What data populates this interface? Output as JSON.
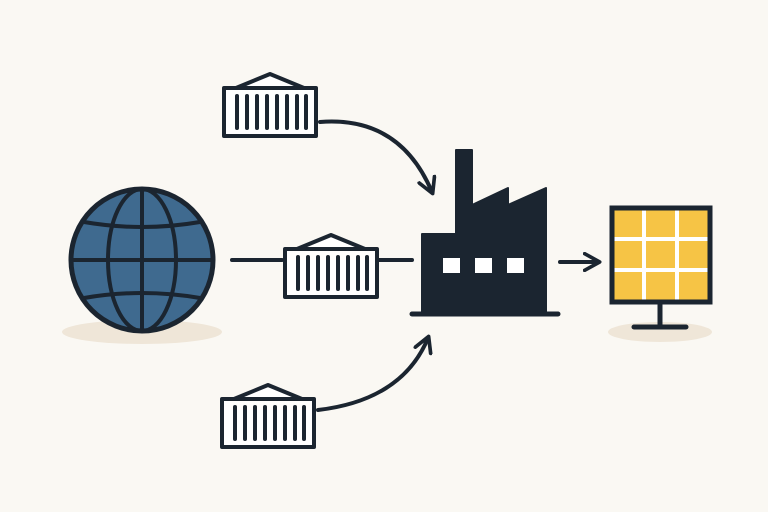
{
  "diagram": {
    "nodes": [
      {
        "id": "globe",
        "icon": "globe-icon"
      },
      {
        "id": "container-top",
        "icon": "shipping-container-icon"
      },
      {
        "id": "container-middle",
        "icon": "shipping-container-icon"
      },
      {
        "id": "container-bottom",
        "icon": "shipping-container-icon"
      },
      {
        "id": "factory",
        "icon": "factory-icon"
      },
      {
        "id": "solar-panel",
        "icon": "solar-panel-icon"
      }
    ],
    "edges": [
      {
        "from": "container-top",
        "to": "factory",
        "style": "curved-arrow"
      },
      {
        "from": "globe",
        "to": "factory",
        "via": "container-middle",
        "style": "line"
      },
      {
        "from": "container-bottom",
        "to": "factory",
        "style": "curved-arrow"
      },
      {
        "from": "factory",
        "to": "solar-panel",
        "style": "arrow"
      }
    ]
  },
  "colors": {
    "background": "#faf8f3",
    "ink": "#1b2530",
    "globe_fill": "#3f6a8f",
    "panel_fill": "#f6c445",
    "shadow": "#efe6d8",
    "white": "#ffffff"
  }
}
